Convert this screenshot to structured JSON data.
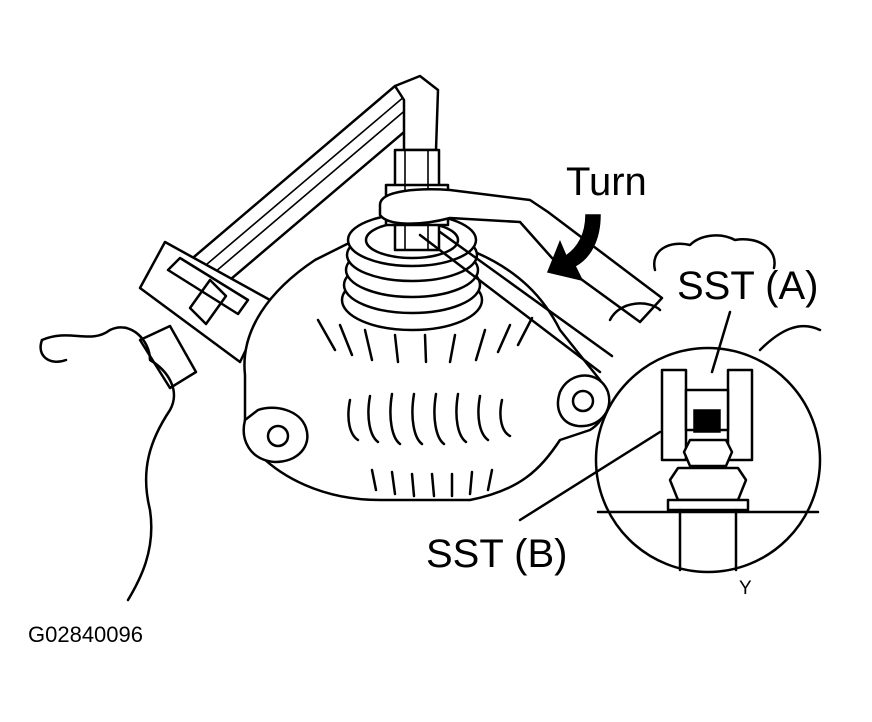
{
  "labels": {
    "turn": "Turn",
    "sst_a": "SST (A)",
    "sst_b": "SST (B)",
    "corner_mark": "Y",
    "figure_code": "G02840096"
  },
  "colors": {
    "line": "#000000",
    "background": "#ffffff"
  }
}
